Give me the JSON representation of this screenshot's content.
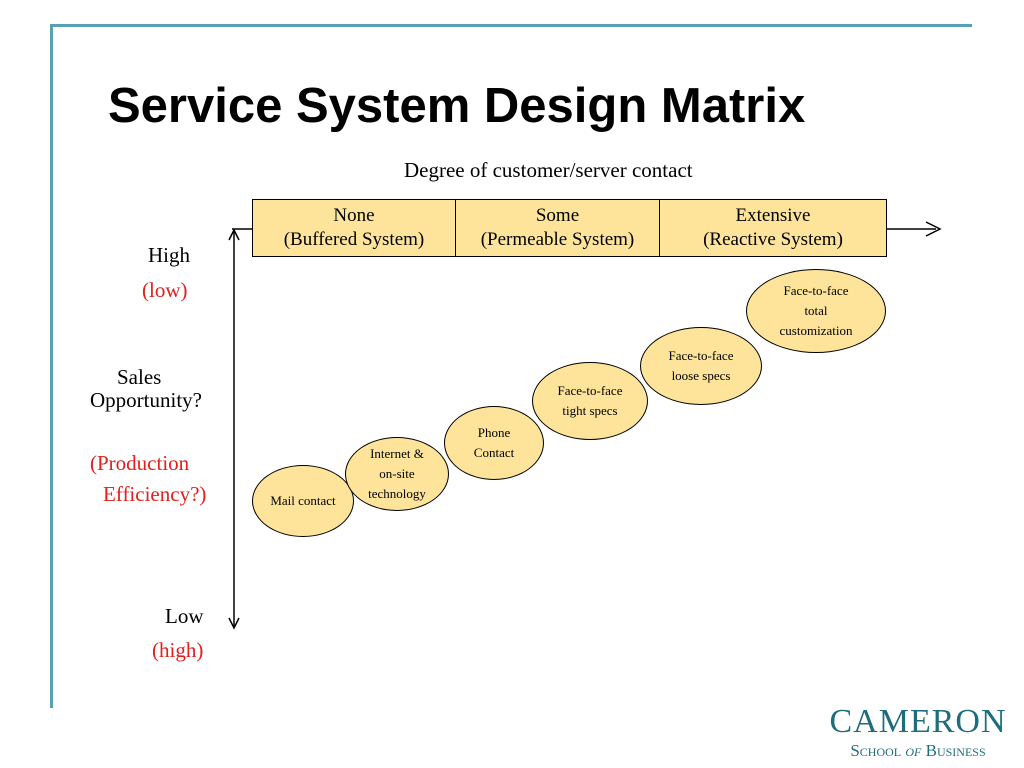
{
  "title": "Service System Design Matrix",
  "contact_axis_label": "Degree of customer/server contact",
  "contact_levels": [
    {
      "line1": "None",
      "line2": "(Buffered System)"
    },
    {
      "line1": "Some",
      "line2": "(Permeable System)"
    },
    {
      "line1": "Extensive",
      "line2": "(Reactive System)"
    }
  ],
  "vertical_axis": {
    "top_label": "High",
    "top_sub": "(low)",
    "middle_label_line1": "Sales",
    "middle_label_line2": "Opportunity?",
    "middle_sub_line1": "(Production",
    "middle_sub_line2": "Efficiency?)",
    "bottom_label": "Low",
    "bottom_sub": "(high)"
  },
  "service_types": [
    "Mail contact",
    "Internet &\non-site\ntechnology",
    "Phone\nContact",
    "Face-to-face\ntight specs",
    "Face-to-face\nloose specs",
    "Face-to-face\ntotal\ncustomization"
  ],
  "logo": {
    "main": "CAMERON",
    "sub_prefix": "School ",
    "sub_of": "of",
    "sub_suffix": " Business"
  },
  "colors": {
    "frame": "#5aa0b4",
    "fill": "#fde49a",
    "accent_red": "#e0201b",
    "logo": "#1f6d7c"
  }
}
